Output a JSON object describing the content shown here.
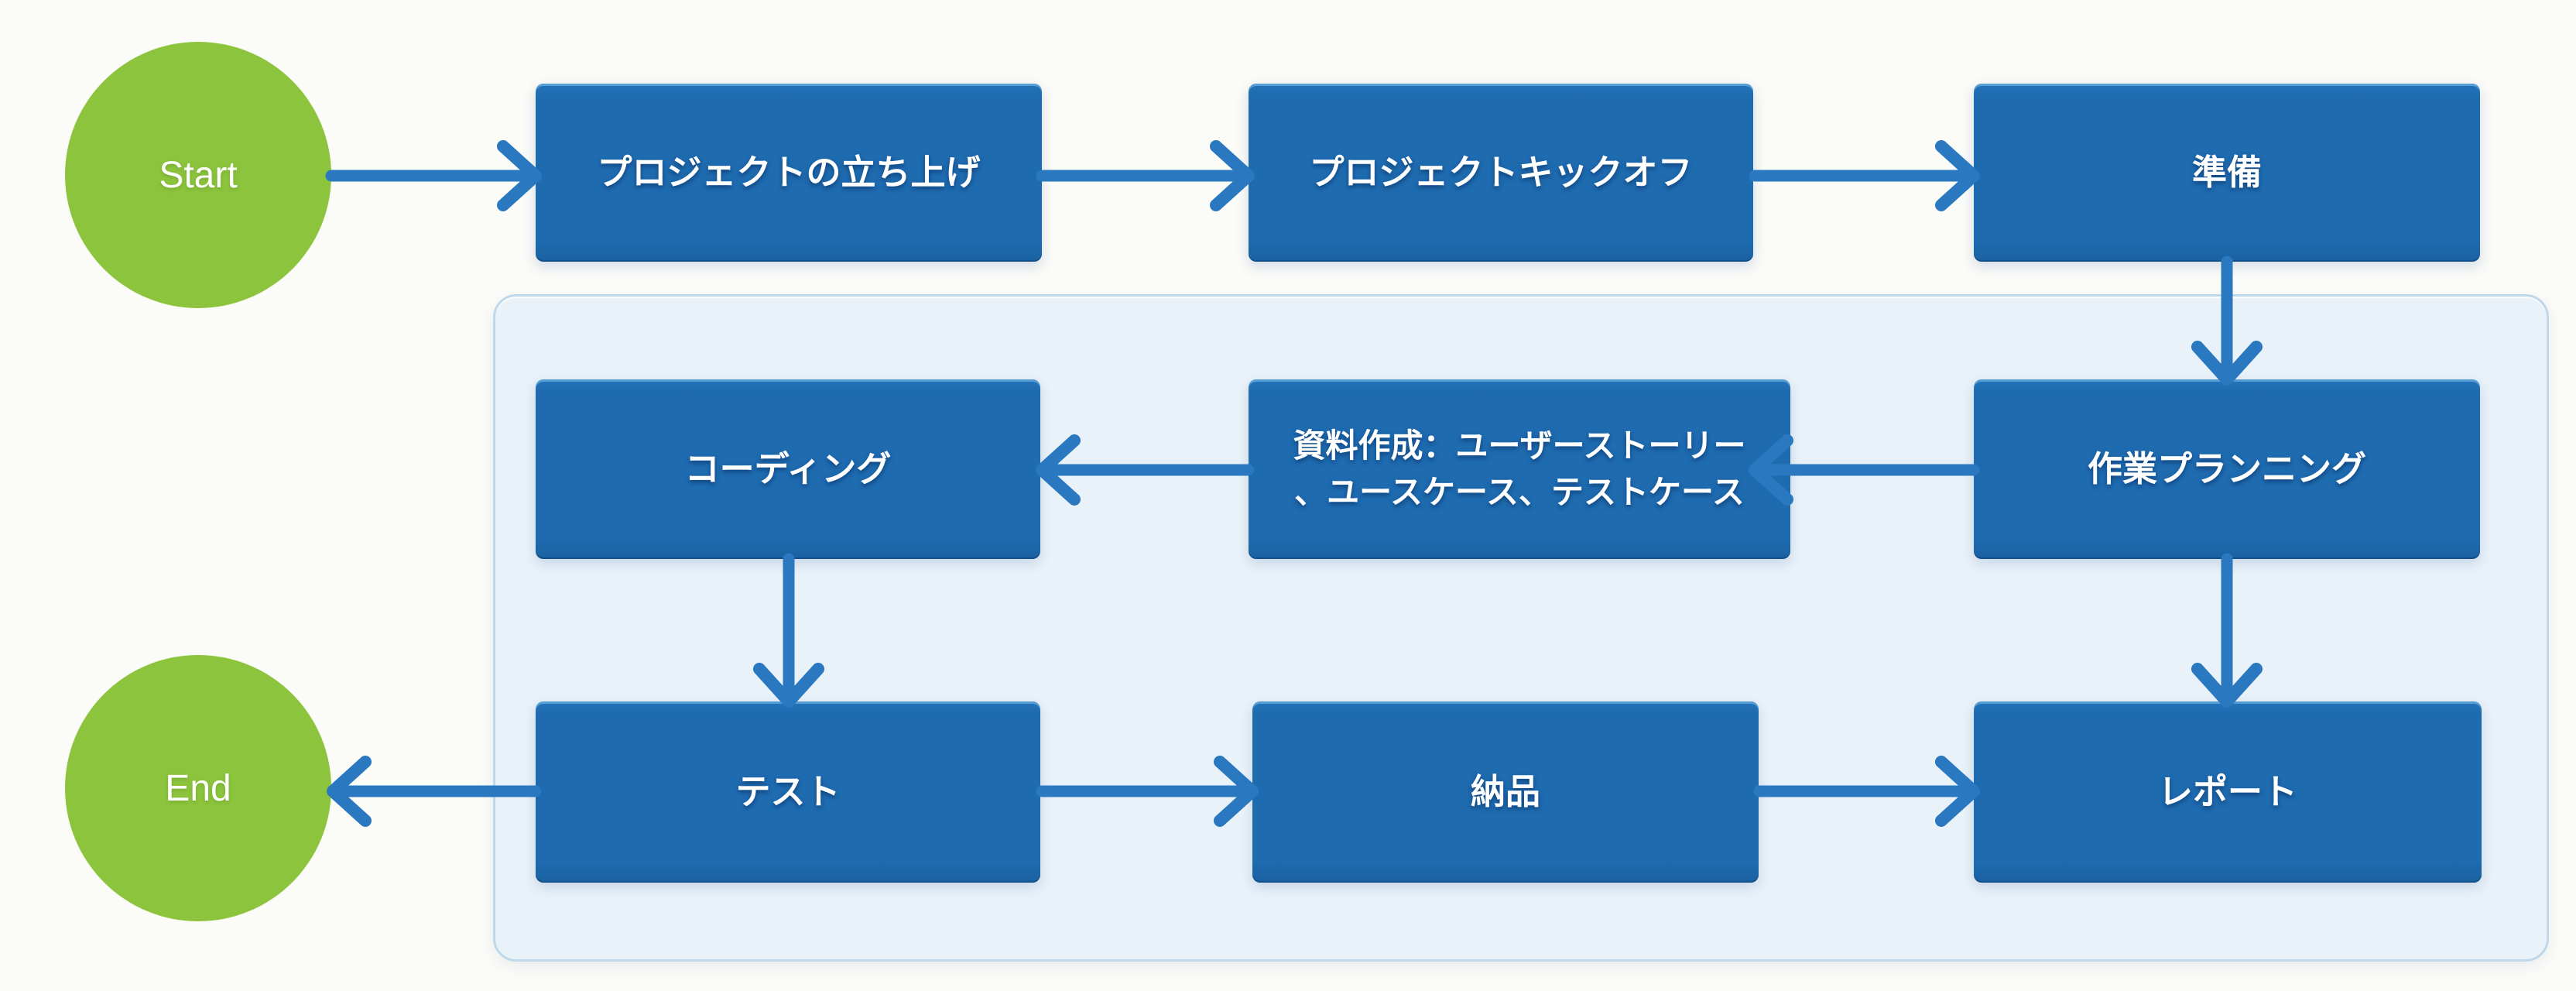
{
  "colors": {
    "background": "#fbfbf8",
    "node_blue": "#1e6bb0",
    "arrow_blue": "#2a78bf",
    "terminal_green": "#8cc43d",
    "container_fill": "#eaf2f9",
    "container_border": "#bfd8e9",
    "text_white": "#ffffff"
  },
  "terminals": {
    "start": {
      "label": "Start"
    },
    "end": {
      "label": "End"
    }
  },
  "nodes": {
    "project_launch": {
      "label": "プロジェクトの立ち上げ"
    },
    "kickoff": {
      "label": "プロジェクトキックオフ"
    },
    "preparation": {
      "label": "準備"
    },
    "work_planning": {
      "label": "作業プランニング"
    },
    "documentation": {
      "lines": [
        "資料作成：ユーザーストーリー",
        "、ユースケース、テストケース"
      ]
    },
    "coding": {
      "label": "コーディング"
    },
    "test": {
      "label": "テスト"
    },
    "delivery": {
      "label": "納品"
    },
    "report": {
      "label": "レポート"
    }
  }
}
